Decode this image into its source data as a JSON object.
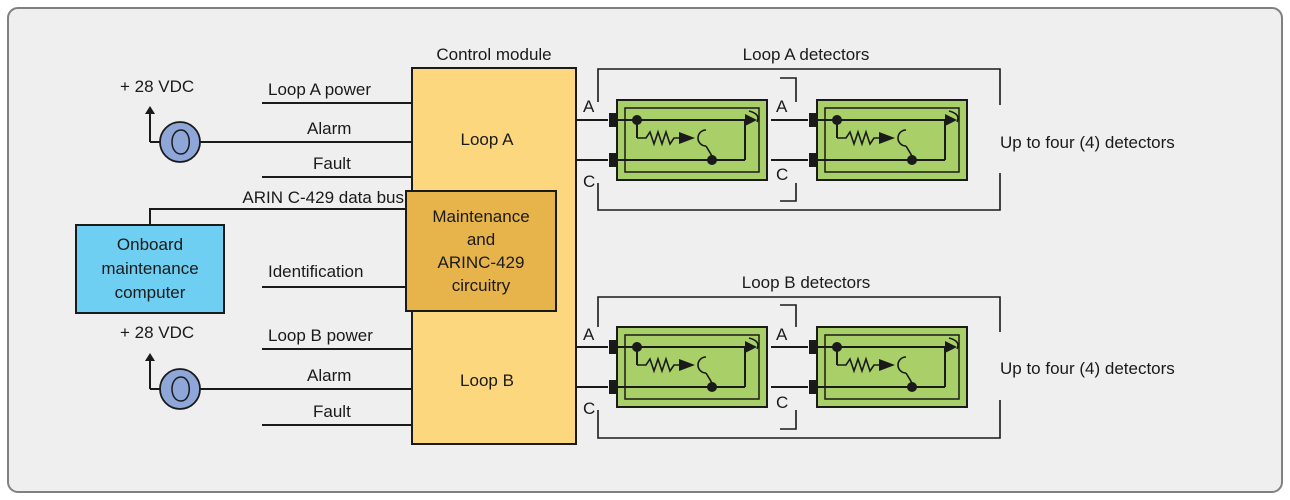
{
  "diagram": {
    "control_module": {
      "title": "Control module",
      "loop_a": "Loop A",
      "loop_b": "Loop B"
    },
    "circuitry": {
      "line1": "Maintenance",
      "line2": "and",
      "line3": "ARINC-429",
      "line4": "circuitry"
    },
    "computer": {
      "line1": "Onboard",
      "line2": "maintenance",
      "line3": "computer"
    },
    "signals": {
      "supply_a": "+ 28 VDC",
      "supply_b": "+ 28 VDC",
      "loop_a_power": "Loop A power",
      "alarm_a": "Alarm",
      "fault_a": "Fault",
      "data_bus": "ARIN C-429 data bus",
      "identification": "Identification",
      "loop_b_power": "Loop B power",
      "alarm_b": "Alarm",
      "fault_b": "Fault"
    },
    "loop_a_title": "Loop A detectors",
    "loop_b_title": "Loop B detectors",
    "terminal_a": "A",
    "terminal_c": "C",
    "detector_note_a": "Up to four (4) detectors",
    "detector_note_b": "Up to four (4) detectors",
    "colors": {
      "frame_background": "#efefef",
      "frame_border": "#808080",
      "control_module": "#fdd77e",
      "circuitry": "#e6b44a",
      "computer": "#6ecff2",
      "detector": "#a8cf68",
      "lamp": "#8ea6d8"
    }
  }
}
